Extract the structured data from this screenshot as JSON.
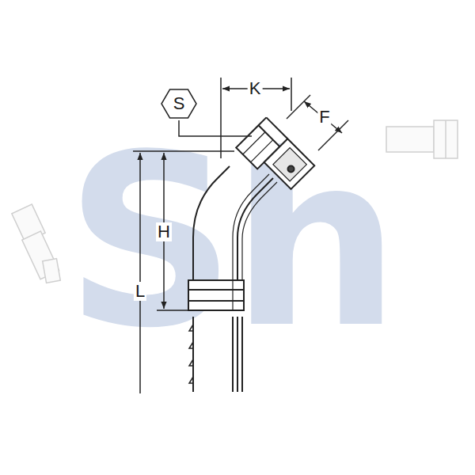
{
  "diagram": {
    "nodes": [
      {
        "text": [
          "S"
        ]
      }
    ],
    "labels": [
      "Sh",
      "K",
      "F",
      "H",
      "L"
    ]
  }
}
